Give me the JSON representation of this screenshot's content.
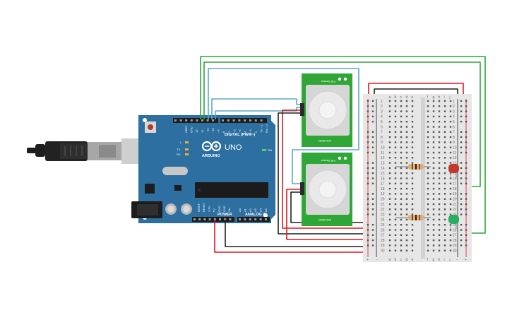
{
  "arduino": {
    "model": "UNO",
    "brand": "ARDUINO",
    "digital_label": "DIGITAL (PWM~)",
    "power_label": "POWER",
    "analog_label": "ANALOG IN",
    "aref": "AREF",
    "gnd": "GND",
    "pins_top": [
      "13",
      "12",
      "~11",
      "~10",
      "~9",
      "8",
      "7",
      "~6",
      "~5",
      "4",
      "~3",
      "2",
      "TX→1",
      "RX←0"
    ],
    "power_pins": [
      "IOREF",
      "RESET",
      "3.3V",
      "5V",
      "GND",
      "GND",
      "Vin"
    ],
    "analog_pins": [
      "A0",
      "A1",
      "A2",
      "A3",
      "A4",
      "A5"
    ],
    "led_labels": [
      "L",
      "TX",
      "RX"
    ],
    "on_label": "ON"
  },
  "pir_sensors": [
    {
      "label": "PIR Sensor",
      "id": "555-28027"
    },
    {
      "label": "PIR Sensor",
      "id": "555-28027"
    }
  ],
  "breadboard": {
    "columns_left": [
      "a",
      "b",
      "c",
      "d",
      "e"
    ],
    "columns_right": [
      "f",
      "g",
      "h",
      "i",
      "j"
    ],
    "rows": [
      "1",
      "2",
      "3",
      "4",
      "5",
      "6",
      "7",
      "8",
      "9",
      "10",
      "11",
      "12",
      "13",
      "14",
      "15",
      "16",
      "17",
      "18",
      "19",
      "20",
      "21",
      "22",
      "23",
      "24",
      "25",
      "26",
      "27",
      "28",
      "29",
      "30"
    ],
    "rail_plus": "+",
    "rail_minus": "−"
  },
  "components": {
    "led_top_color": "#c0392b",
    "led_bottom_color": "#27ae60",
    "board_color": "#2c6fa0",
    "wire_colors": {
      "red": "#e0191e",
      "black": "#1e1e1e",
      "green": "#2fa636",
      "teal": "#5aa8c8"
    }
  }
}
